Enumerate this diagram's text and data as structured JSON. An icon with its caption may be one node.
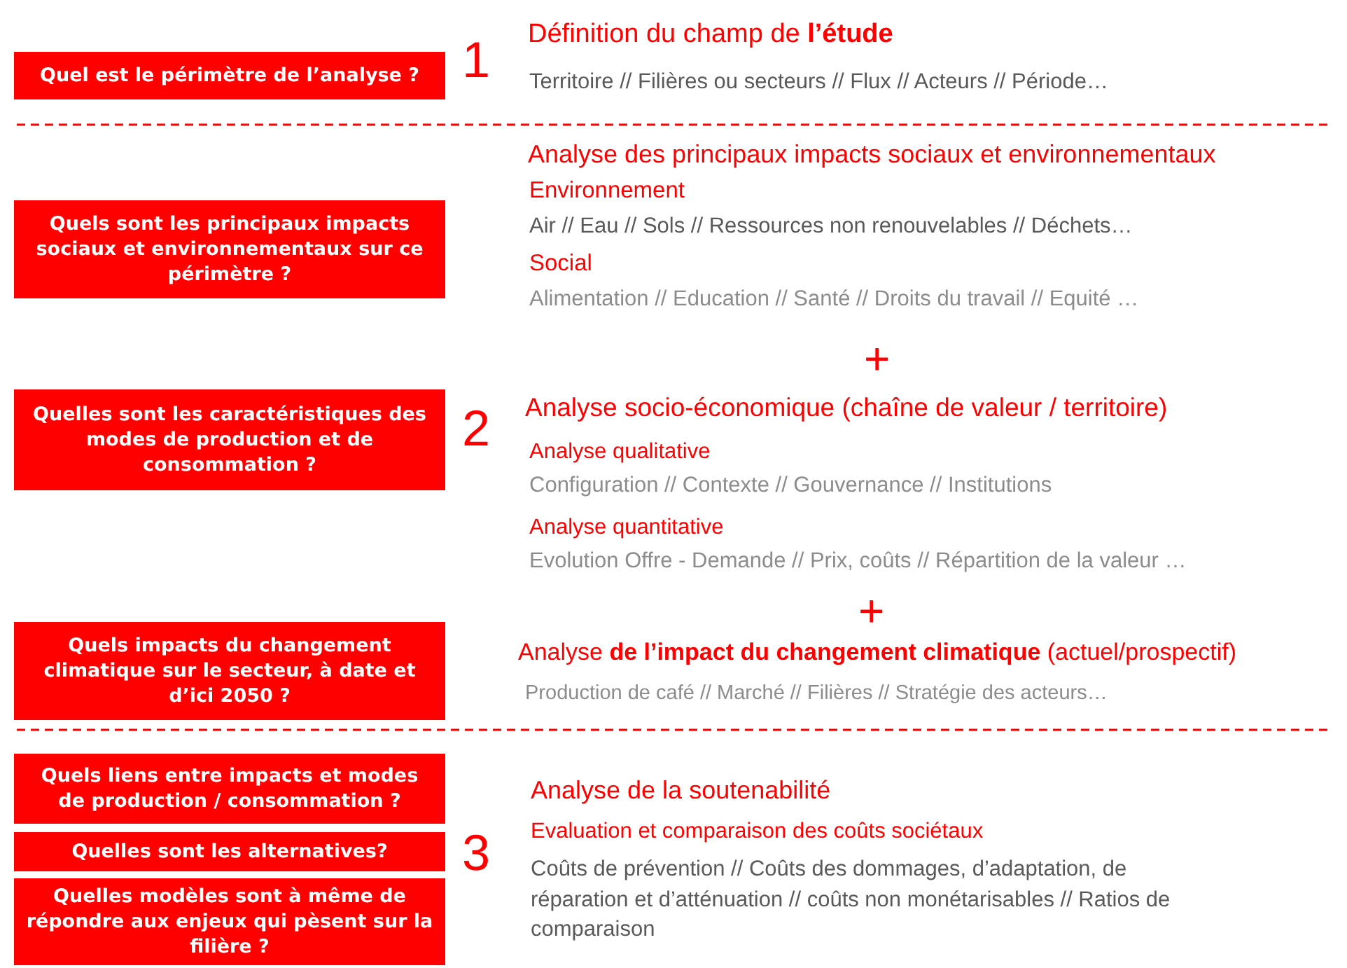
{
  "diagram": {
    "nodes": [
      {
        "text": [
          "Quel est le périmètre de l’analyse ?"
        ]
      },
      {
        "text": [
          "Quels sont les principaux impacts sociaux et environnementaux sur ce périmètre ?"
        ]
      },
      {
        "text": [
          "Quelles sont les caractéristiques des modes de production et de consommation ?"
        ]
      },
      {
        "text": [
          "Quels impacts du changement climatique sur le secteur, à date et d’ici 2050 ?"
        ]
      },
      {
        "text": [
          "Quels liens entre impacts et modes de production / consommation ?"
        ]
      },
      {
        "text": [
          "Quelles sont les alternatives?"
        ]
      },
      {
        "text": [
          "Quelles modèles sont à même de répondre aux enjeux qui pèsent sur la filière ?"
        ]
      }
    ],
    "edges": [],
    "labels": [
      "1",
      "Définition du champ de **l’étude**",
      "Territoire // Filières ou secteurs // Flux // Acteurs // Période…",
      "Analyse des principaux impacts sociaux et environnementaux",
      "Environnement",
      "Air // Eau // Sols // Ressources non renouvelables // Déchets…",
      "Social",
      "Alimentation // Education // Santé // Droits du travail // Equité …",
      "+",
      "2",
      "Analyse socio-économique (chaîne de valeur / territoire)",
      "Analyse qualitative",
      "Configuration // Contexte // Gouvernance // Institutions",
      "Analyse quantitative",
      "Evolution Offre - Demande // Prix, coûts // Répartition de la valeur …",
      "+",
      "Analyse **de l’impact du changement climatique** (actuel/prospectif)",
      "Production de café // Marché // Filières // Stratégie des acteurs…",
      "Analyse de la soutenabilité",
      "3",
      "Evaluation et comparaison des coûts sociétaux",
      "Coûts de prévention // Coûts des dommages, d’adaptation, de réparation et d’atténuation // coûts non monétarisables // Ratios de comparaison"
    ]
  }
}
